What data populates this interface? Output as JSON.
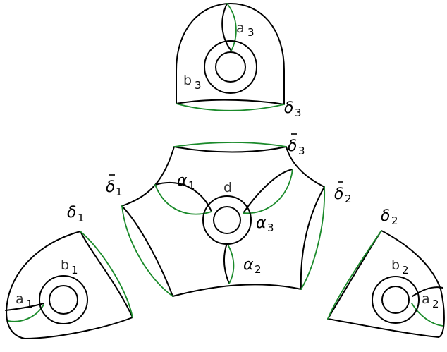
{
  "colors": {
    "outline": "#000000",
    "curve": "#1a8a2a",
    "background": "#ffffff"
  },
  "labels": {
    "top_piece": {
      "a": {
        "main": "a",
        "sub": "3"
      },
      "b": {
        "main": "b",
        "sub": "3"
      },
      "delta": {
        "main": "δ",
        "sub": "3"
      }
    },
    "center_piece": {
      "delta_bar_1": {
        "main": "δ",
        "sub": "1"
      },
      "delta_bar_2": {
        "main": "δ",
        "sub": "2"
      },
      "delta_bar_3": {
        "main": "δ",
        "sub": "3"
      },
      "alpha_1": {
        "main": "α",
        "sub": "1"
      },
      "alpha_2": {
        "main": "α",
        "sub": "2"
      },
      "alpha_3": {
        "main": "α",
        "sub": "3"
      },
      "d": {
        "main": "d"
      }
    },
    "left_piece": {
      "delta": {
        "main": "δ",
        "sub": "1"
      },
      "a": {
        "main": "a",
        "sub": "1"
      },
      "b": {
        "main": "b",
        "sub": "1"
      }
    },
    "right_piece": {
      "delta": {
        "main": "δ",
        "sub": "2"
      },
      "a": {
        "main": "a",
        "sub": "2"
      },
      "b": {
        "main": "b",
        "sub": "2"
      }
    }
  }
}
